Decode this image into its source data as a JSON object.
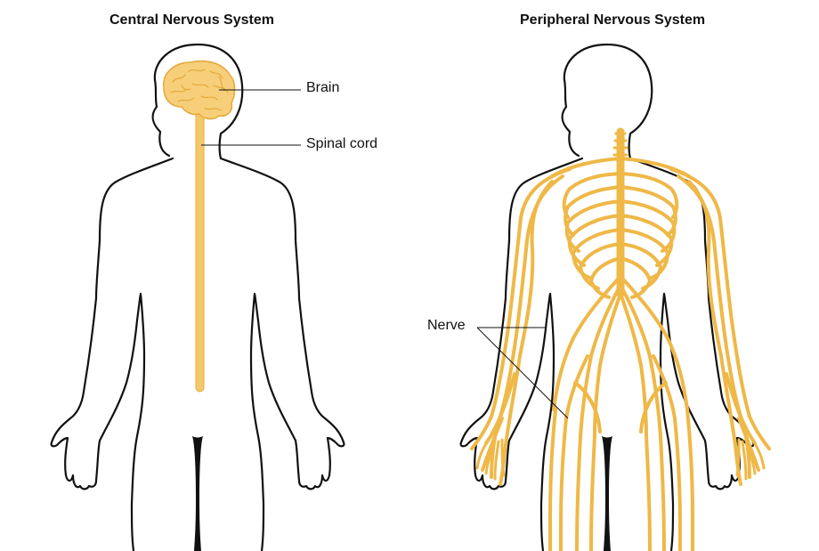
{
  "central": {
    "title": "Central Nervous System",
    "labels": {
      "brain": "Brain",
      "spinal_cord": "Spinal cord"
    }
  },
  "peripheral": {
    "title": "Peripheral Nervous System",
    "labels": {
      "nerve": "Nerve"
    }
  },
  "colors": {
    "outline": "#111111",
    "nerve_fill": "#f4c86a",
    "nerve_stroke": "#e8ad3c",
    "brain_fill": "#f7cf7a",
    "brain_fold": "#e4a73a"
  }
}
